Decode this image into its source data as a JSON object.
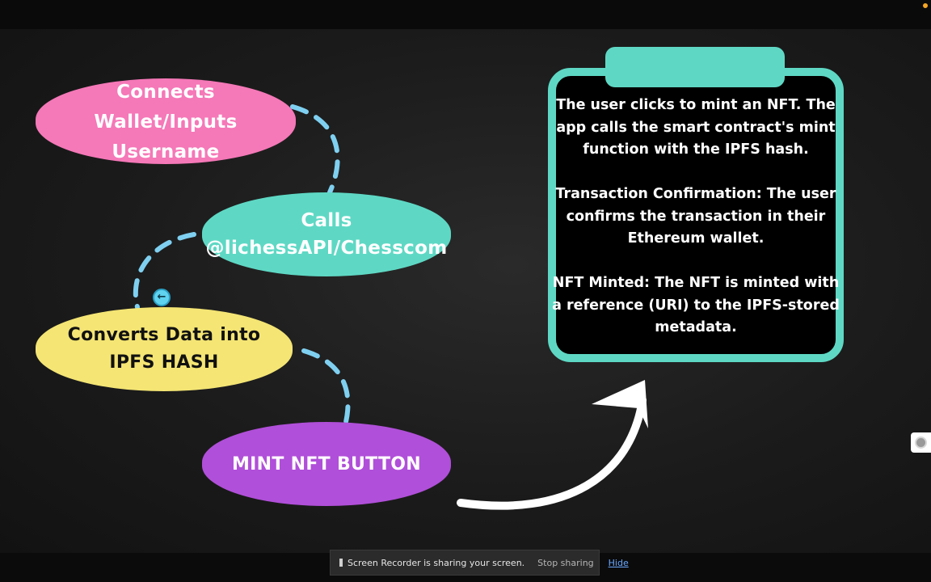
{
  "flow": {
    "step1_lines": [
      "Connects",
      "Wallet/Inputs",
      "Username"
    ],
    "step2_lines": [
      "Calls",
      "@lichessAPI/Chesscom"
    ],
    "step3_lines": [
      "Converts Data into",
      "IPFS HASH"
    ],
    "step4_label": "MINT NFT BUTTON"
  },
  "info_card": {
    "paragraphs": [
      "The user clicks to mint an NFT. The app calls the smart contract's mint function with the IPFS hash.",
      "Transaction Confirmation: The user confirms the transaction in their Ethereum wallet.",
      "NFT Minted: The NFT is minted with a reference (URI) to the IPFS-stored metadata."
    ]
  },
  "cursor_marker": {
    "glyph": "←"
  },
  "share_bar": {
    "message": "Screen Recorder is sharing your screen.",
    "stop_label": "Stop sharing",
    "hide_label": "Hide"
  },
  "colors": {
    "pink": "#f578b8",
    "teal": "#5ed8c4",
    "yellow": "#f4e574",
    "purple": "#b04fd9",
    "connector": "#7fd0f0"
  }
}
